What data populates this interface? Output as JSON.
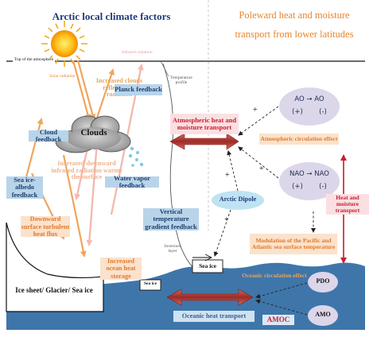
{
  "titles": {
    "left": "Arctic local climate factors",
    "right": "Poleward heat and moisture transport from lower latitudes"
  },
  "labels": {
    "top_of_atmosphere": "Top of the atmosphere",
    "solar_radiation": "Solar radiation",
    "infrared_radiation": "Infrared radiation",
    "temperature_profile": "Temperature profile",
    "inversion_layer": "Inversion layer",
    "clouds": "Clouds",
    "increased_clouds": "Increased clouds reflect solar radiation",
    "increased_downward": "Increased downward infrared radiation warms the surface",
    "downward_surface": "Downward surface turbulent heat flux",
    "increased_ocean": "Increased ocean heat storage",
    "ice_sheet": "Ice sheet/ Glacier/ Sea ice",
    "sea_ice_1": "Sea ice",
    "sea_ice_2": "Sea ice"
  },
  "feedbacks": {
    "planck": "Planck feedback",
    "cloud": "Cloud feedback",
    "water_vapor": "Water vapor feedback",
    "sea_ice_albedo": "Sea ice-albedo feedback",
    "vertical_temp": "Vertical temperature gradient feedback"
  },
  "right_side": {
    "atmos_heat": "Atmospheric heat and moisture transport",
    "atmos_circ": "Atmospheric circulation effect",
    "heat_moisture": "Heat and moisture transport",
    "arctic_dipole": "Arctic Dipole",
    "modulation": "Modulation of the Pacific and Atlantic sea surface temperature",
    "oceanic_circ": "Oceanic circulation effect",
    "oceanic_heat": "Oceanic heat transport",
    "amoc": "AMOC",
    "pdo": "PDO",
    "amo": "AMO",
    "ao_line1": "AO → AO",
    "ao_line2_a": "(+)",
    "ao_line2_b": "(-)",
    "nao_line1": "NAO → NAO",
    "nao_line2_a": "(+)",
    "nao_line2_b": "(-)",
    "plus": "+"
  },
  "colors": {
    "title_blue": "#1f3b7a",
    "title_orange": "#e8852a",
    "ocean": "#3f76aa",
    "feedback_box": "#b8d4ea",
    "arrow_orange": "#f0a55c",
    "arrow_pink": "#f4b9b0",
    "arrow_red": "#b03a35",
    "heat_red": "#c8202e"
  }
}
